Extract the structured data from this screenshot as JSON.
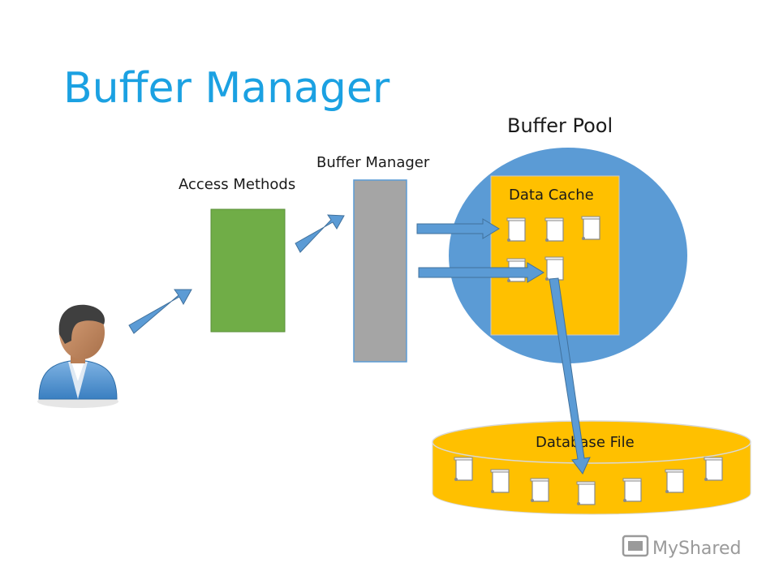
{
  "title": "Buffer Manager",
  "labels": {
    "access_methods": "Access Methods",
    "buffer_manager": "Buffer Manager",
    "buffer_pool": "Buffer Pool",
    "data_cache": "Data Cache",
    "database_file": "Database File"
  },
  "watermark": "MyShared",
  "colors": {
    "title": "#1ba1e2",
    "pool": "#5b9bd5",
    "cache": "#ffc000",
    "access": "#70ad47",
    "manager": "#a5a5a5",
    "arrow": "#5b9bd5"
  }
}
